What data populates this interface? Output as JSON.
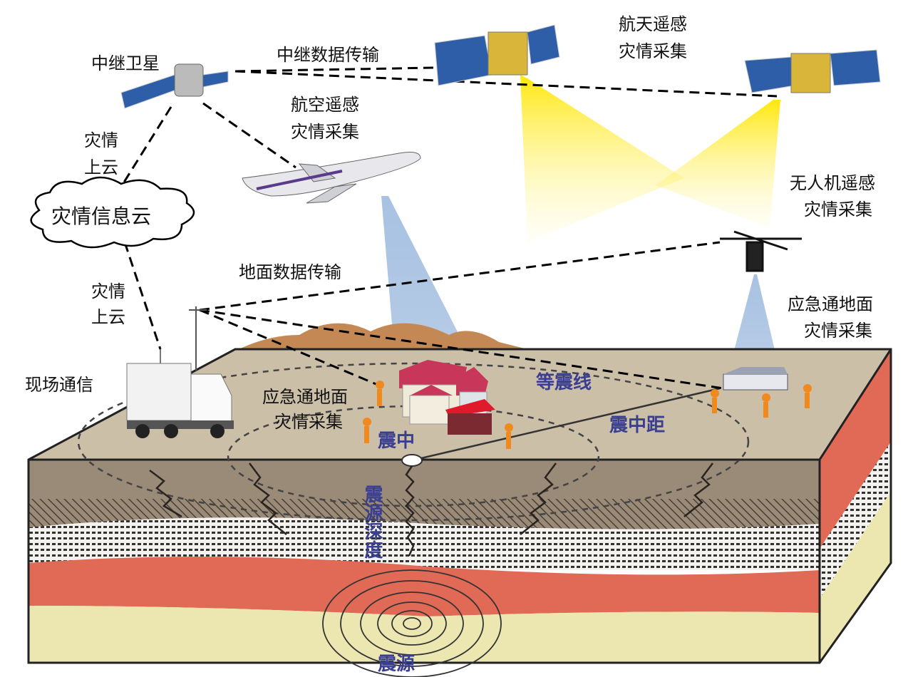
{
  "labels": {
    "relay_satellite": "中继卫星",
    "relay_transmission": "中继数据传输",
    "space_rs_line1": "航天遥感",
    "space_rs_line2": "灾情采集",
    "air_rs_line1": "航空遥感",
    "air_rs_line2": "灾情采集",
    "cloud_up_1_line1": "灾情",
    "cloud_up_1_line2": "上云",
    "info_cloud": "灾情信息云",
    "cloud_up_2_line1": "灾情",
    "cloud_up_2_line2": "上云",
    "uav_rs_line1": "无人机遥感",
    "uav_rs_line2": "灾情采集",
    "ground_transmission": "地面数据传输",
    "ground_right_line1": "应急通地面",
    "ground_right_line2": "灾情采集",
    "ground_center_line1": "应急通地面",
    "ground_center_line2": "灾情采集",
    "field_comm": "现场通信",
    "isoseismal": "等震线",
    "epicentral_distance": "震中距",
    "epicenter": "震中",
    "focal_depth": "震源深度",
    "hypocenter": "震源"
  },
  "colors": {
    "panel": "#2f5ea8",
    "beam_yellow": "#ffe600",
    "beam_blue": "#8fb0d8",
    "ground_top": "#cbbfa8",
    "soil": "#9a8a78",
    "red_layer": "#e06a55",
    "sand_layer": "#ece7b0",
    "label_blue": "#3a3f8f"
  }
}
